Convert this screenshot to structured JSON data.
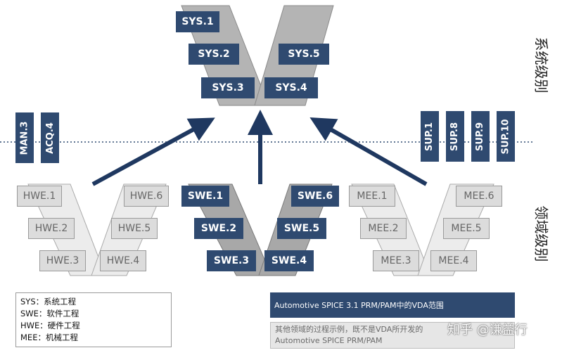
{
  "colors": {
    "dark_box": "#2f4a70",
    "light_box": "#dcdcdc",
    "v_shape": "#b4b4b4",
    "arrow": "#1f3860"
  },
  "system_level": {
    "label": "系统级别",
    "processes": [
      "SYS.1",
      "SYS.2",
      "SYS.5",
      "SYS.3",
      "SYS.4"
    ]
  },
  "domain_level": {
    "label": "领域级别"
  },
  "management": [
    "MAN.3",
    "ACQ.4"
  ],
  "support": [
    "SUP.1",
    "SUP.8",
    "SUP.9",
    "SUP.10"
  ],
  "hardware": [
    "HWE.1",
    "HWE.6",
    "HWE.2",
    "HWE.5",
    "HWE.3",
    "HWE.4"
  ],
  "software": [
    "SWE.1",
    "SWE.6",
    "SWE.2",
    "SWE.5",
    "SWE.3",
    "SWE.4"
  ],
  "mechanical": [
    "MEE.1",
    "MEE.6",
    "MEE.2",
    "MEE.5",
    "MEE.3",
    "MEE.4"
  ],
  "legend": [
    "SYS：系统工程",
    "SWE：软件工程",
    "HWE：硬件工程",
    "MEE：机械工程"
  ],
  "vda_scope": "Automotive SPICE 3.1 PRM/PAM中的VDA范围",
  "other_domains": {
    "line1": "其他领域的过程示例，既不是VDA所开发的",
    "line2": "Automotive SPICE PRM/PAM"
  },
  "watermark": "知乎 @谦益行"
}
